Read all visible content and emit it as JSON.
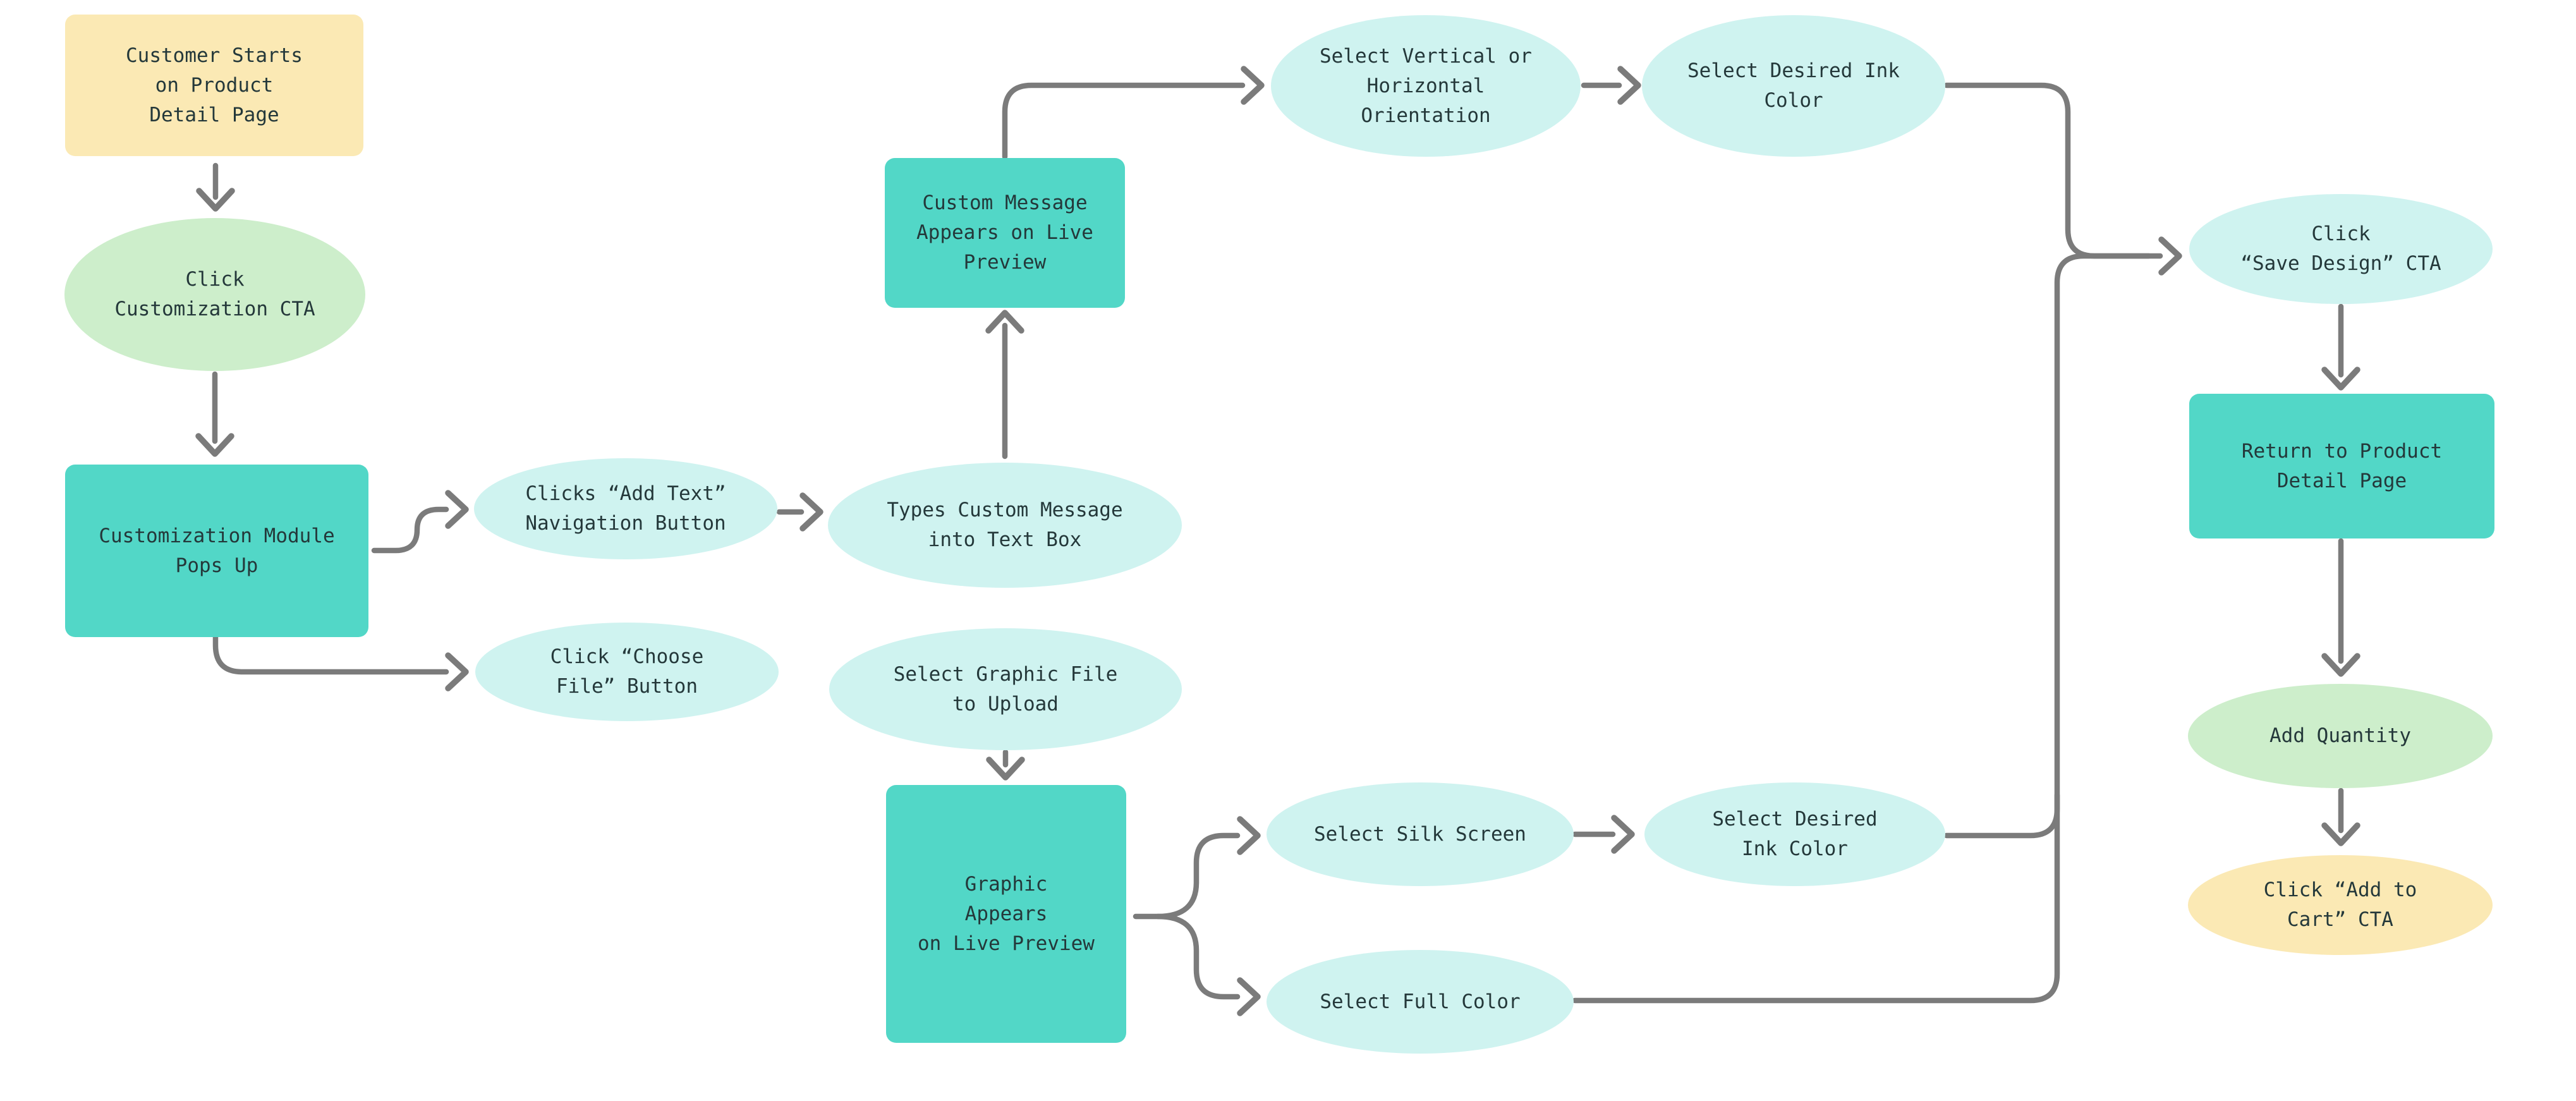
{
  "diagram": {
    "type": "flowchart",
    "description": "Product customization user flow"
  },
  "colors": {
    "teal": "#52d7c7",
    "cyan": "#cff3f0",
    "green": "#cdeecb",
    "yellow": "#fbe9b4",
    "line": "#7b7b7b",
    "text": "#24383a",
    "background": "#ffffff"
  },
  "nodes": {
    "start": {
      "shape": "rectangle",
      "color": "yellow",
      "lines": [
        "Customer Starts",
        "on Product",
        "Detail Page"
      ]
    },
    "click_customization": {
      "shape": "ellipse",
      "color": "green",
      "lines": [
        "Click",
        "Customization CTA"
      ]
    },
    "module_popup": {
      "shape": "rectangle",
      "color": "teal",
      "lines": [
        "Customization Module",
        "Pops Up"
      ]
    },
    "add_text": {
      "shape": "ellipse",
      "color": "cyan",
      "lines": [
        "Clicks “Add Text”",
        "Navigation Button"
      ]
    },
    "types_message": {
      "shape": "ellipse",
      "color": "cyan",
      "lines": [
        "Types Custom Message",
        "into Text Box"
      ]
    },
    "custom_message_preview": {
      "shape": "rectangle",
      "color": "teal",
      "lines": [
        "Custom Message",
        "Appears on Live",
        "Preview"
      ]
    },
    "orientation": {
      "shape": "ellipse",
      "color": "cyan",
      "lines": [
        "Select Vertical or",
        "Horizontal",
        "Orientation"
      ]
    },
    "ink_color_top": {
      "shape": "ellipse",
      "color": "cyan",
      "lines": [
        "Select Desired Ink",
        "Color"
      ]
    },
    "choose_file": {
      "shape": "ellipse",
      "color": "cyan",
      "lines": [
        "Click “Choose",
        "File” Button"
      ]
    },
    "select_graphic_file": {
      "shape": "ellipse",
      "color": "cyan",
      "lines": [
        "Select Graphic File",
        "to Upload"
      ]
    },
    "graphic_preview": {
      "shape": "rectangle",
      "color": "teal",
      "lines": [
        "Graphic",
        "Appears",
        "on Live Preview"
      ]
    },
    "silk_screen": {
      "shape": "ellipse",
      "color": "cyan",
      "lines": [
        "Select Silk Screen"
      ]
    },
    "ink_color_bottom": {
      "shape": "ellipse",
      "color": "cyan",
      "lines": [
        "Select Desired",
        "Ink Color"
      ]
    },
    "full_color": {
      "shape": "ellipse",
      "color": "cyan",
      "lines": [
        "Select Full Color"
      ]
    },
    "save_design": {
      "shape": "ellipse",
      "color": "cyan",
      "lines": [
        "Click",
        "“Save Design” CTA"
      ]
    },
    "return_product": {
      "shape": "rectangle",
      "color": "teal",
      "lines": [
        "Return to Product",
        "Detail Page"
      ]
    },
    "add_quantity": {
      "shape": "ellipse",
      "color": "green",
      "lines": [
        "Add Quantity"
      ]
    },
    "add_to_cart": {
      "shape": "ellipse",
      "color": "yellow",
      "lines": [
        "Click “Add to",
        "Cart” CTA"
      ]
    }
  }
}
